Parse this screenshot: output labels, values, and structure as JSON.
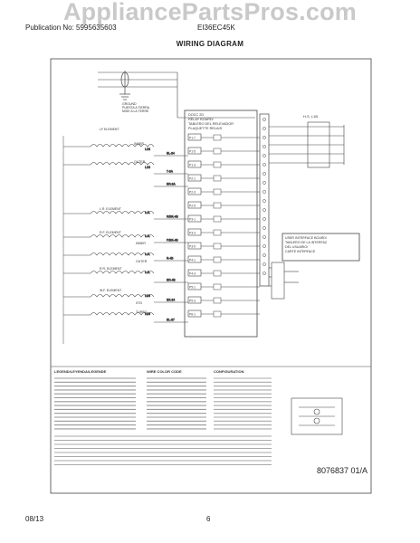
{
  "watermark": "AppliancePartsPros.com",
  "header": {
    "publication": "Publication No: 5995635603",
    "model": "EI36EC45K"
  },
  "title": "WIRING DIAGRAM",
  "footer": {
    "date": "08/13",
    "page": "6"
  },
  "diagram": {
    "doc_number": "8076837 01/A",
    "ground_label": [
      "GROUND",
      "PUESTA A TIERRA",
      "MISE A LA TERRE"
    ],
    "board_label": [
      "DOCC 2D",
      "RELAY BOARD/",
      "TABLERO DEL RELEVADOR",
      "PLAQUETTE RELAIS"
    ],
    "interface_label": [
      "USER INTERFACE BOARD/",
      "TABLERO DE LA INTERFAZ",
      "DEL USUARIO/",
      "CARTE INTERFACE"
    ],
    "terminal_block_label": "H.S. L1B",
    "element_labels": [
      "LF ELEMENT",
      "INNER",
      "OUTER",
      "L.R. ELEMENT",
      "R.F. ELEMENT",
      "INNER",
      "OUTER",
      "R.R. ELEMENT",
      "W.F. ELEMENT",
      "STD",
      "TURBO"
    ],
    "left_connectors": [
      "L1N",
      "L1N",
      "L.R.",
      "L.R.",
      "L.R.",
      "L.R.",
      "L1N",
      "L1N"
    ],
    "board_pins": [
      "P1-7",
      "P1-5",
      "P1-3",
      "P2-1",
      "P2-3",
      "P2-5",
      "P3-1",
      "P3-3",
      "P3-5",
      "P4-1",
      "P4-3",
      "P5-1",
      "P5-3",
      "P6-1"
    ],
    "wire_codes": [
      "BL-34",
      "7-3A",
      "BR-3A",
      "R/BK-4B",
      "P/BK-4B",
      "R-4B",
      "BR-4B",
      "BK-34",
      "BL-37"
    ],
    "legend_title": "LEGEND/LEYENDA/LEGENDE",
    "color_title": "WIRE COLOR CODE",
    "config_title": "CONFIGURATION"
  }
}
